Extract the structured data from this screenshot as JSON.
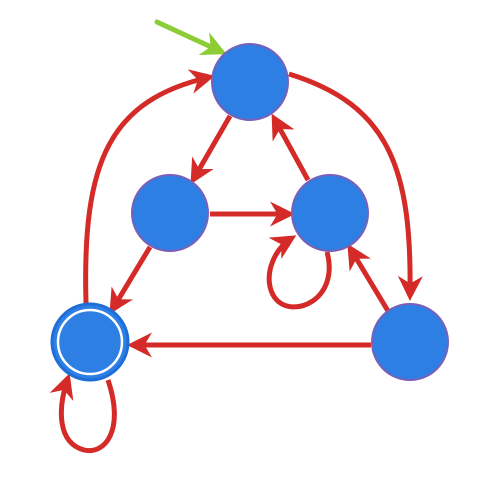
{
  "diagram": {
    "type": "state-machine",
    "colors": {
      "background": "#ffffff",
      "state_fill": "#2e7fe4",
      "state_stroke": "#7a5fb8",
      "accept_ring": "#ffffff",
      "accept_outer": "#1f6ed8",
      "transition": "#d42a28",
      "start_arrow": "#8ccd35"
    },
    "states": [
      {
        "id": "top",
        "accepting": false,
        "initial": true
      },
      {
        "id": "middle-left",
        "accepting": false,
        "initial": false
      },
      {
        "id": "middle-right",
        "accepting": false,
        "initial": false
      },
      {
        "id": "bottom-left",
        "accepting": true,
        "initial": false
      },
      {
        "id": "bottom-right",
        "accepting": false,
        "initial": false
      }
    ],
    "transitions": [
      {
        "from": "top",
        "to": "middle-left"
      },
      {
        "from": "middle-right",
        "to": "top"
      },
      {
        "from": "middle-left",
        "to": "middle-right"
      },
      {
        "from": "middle-left",
        "to": "bottom-left"
      },
      {
        "from": "middle-right",
        "to": "middle-right"
      },
      {
        "from": "bottom-right",
        "to": "middle-right"
      },
      {
        "from": "top",
        "to": "bottom-right"
      },
      {
        "from": "bottom-left",
        "to": "top"
      },
      {
        "from": "bottom-right",
        "to": "bottom-left"
      },
      {
        "from": "bottom-left",
        "to": "bottom-left"
      }
    ]
  }
}
